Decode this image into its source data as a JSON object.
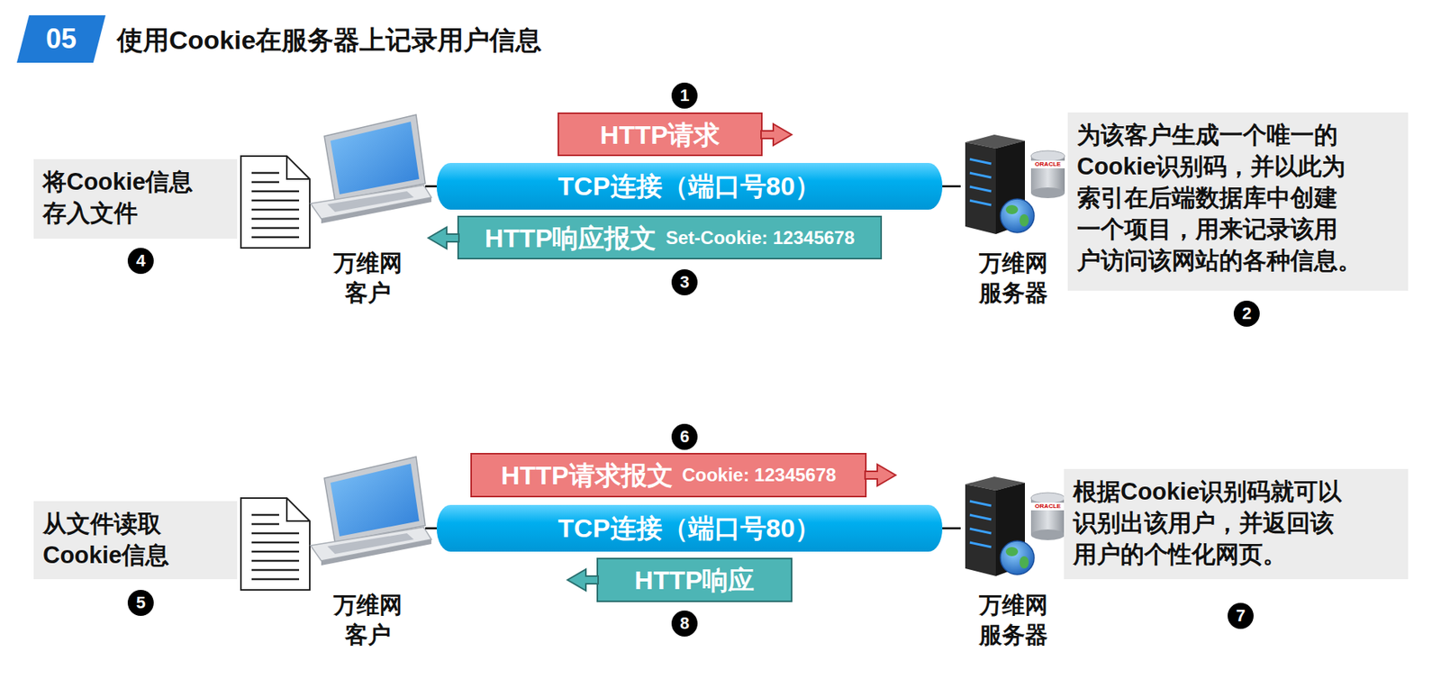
{
  "diagram": {
    "title": "使用Cookie在服务器上记录用户信息",
    "nodes": [
      {
        "text": [
          "05"
        ]
      },
      {
        "text": [
          "将Cookie信息 存入文件"
        ]
      },
      {
        "text": [
          "万维网 客户"
        ]
      },
      {
        "text": [
          "HTTP请求"
        ]
      },
      {
        "text": [
          "TCP连接（端口号80）"
        ]
      },
      {
        "text": [
          "HTTP响应报文",
          "Set-Cookie: 12345678"
        ]
      },
      {
        "text": [
          "万维网 服务器"
        ]
      },
      {
        "text": [
          "为该客户生成一个唯一的 Cookie识别码，并以此为 索引在后端数据库中创建 一个项目，用来记录该用 户访问该网站的各种信息。"
        ]
      },
      {
        "text": [
          "从文件读取 Cookie信息"
        ]
      },
      {
        "text": [
          "万维网 客户"
        ]
      },
      {
        "text": [
          "HTTP请求报文",
          "Cookie: 12345678"
        ]
      },
      {
        "text": [
          "TCP连接（端口号80）"
        ]
      },
      {
        "text": [
          "HTTP响应"
        ]
      },
      {
        "text": [
          "万维网 服务器"
        ]
      },
      {
        "text": [
          "根据Cookie识别码就可以 识别出该用户，并返回该 用户的个性化网页。"
        ]
      }
    ],
    "edges": [
      {
        "from": 2,
        "to": 4,
        "arrow": "none"
      },
      {
        "from": 4,
        "to": 6,
        "arrow": "none"
      },
      {
        "from": 9,
        "to": 11,
        "arrow": "none"
      },
      {
        "from": 11,
        "to": 13,
        "arrow": "none"
      }
    ],
    "labels": [
      "1",
      "2",
      "3",
      "4",
      "5",
      "6",
      "7",
      "8",
      "ORACLE",
      "ORACLE"
    ]
  }
}
